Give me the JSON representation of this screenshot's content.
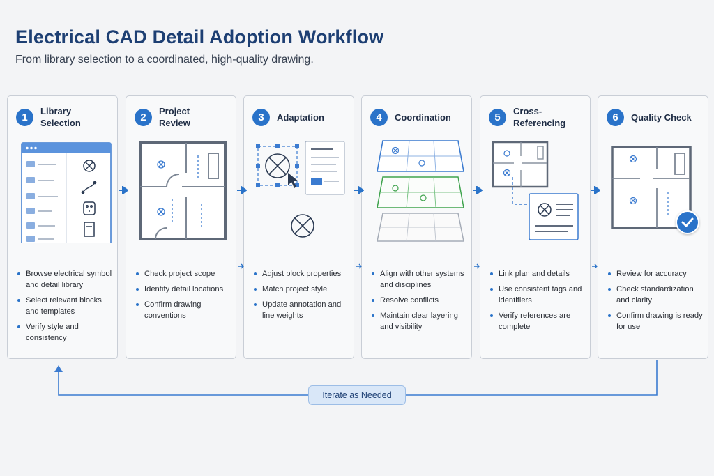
{
  "header": {
    "title": "Electrical CAD Detail Adoption Workflow",
    "subtitle": "From library selection to a coordinated, high-quality drawing."
  },
  "steps": [
    {
      "number": "1",
      "title_line1": "Library",
      "title_line2": "Selection",
      "bullets": [
        "Browse electrical symbol and detail library",
        "Select relevant blocks and templates",
        "Verify style and consistency"
      ]
    },
    {
      "number": "2",
      "title_line1": "Project",
      "title_line2": "Review",
      "bullets": [
        "Check project scope",
        "Identify detail locations",
        "Confirm drawing conventions"
      ]
    },
    {
      "number": "3",
      "title_line1": "Adaptation",
      "title_line2": "",
      "bullets": [
        "Adjust block properties",
        "Match project style",
        "Update annotation and line weights"
      ]
    },
    {
      "number": "4",
      "title_line1": "Coordination",
      "title_line2": "",
      "bullets": [
        "Align with other systems and disciplines",
        "Resolve conflicts",
        "Maintain clear layering and visibility"
      ]
    },
    {
      "number": "5",
      "title_line1": "Cross-Referencing",
      "title_line2": "",
      "bullets": [
        "Link plan and details",
        "Use consistent tags and identifiers",
        "Verify references are complete"
      ]
    },
    {
      "number": "6",
      "title_line1": "Quality Check",
      "title_line2": "",
      "bullets": [
        "Review for accuracy",
        "Check standardization and clarity",
        "Confirm drawing is ready for use"
      ]
    }
  ],
  "loop": {
    "label": "Iterate as Needed"
  },
  "colors": {
    "accent": "#2a73c9",
    "title": "#1d3f73",
    "green": "#3fa34d",
    "border": "#c9ced6"
  }
}
